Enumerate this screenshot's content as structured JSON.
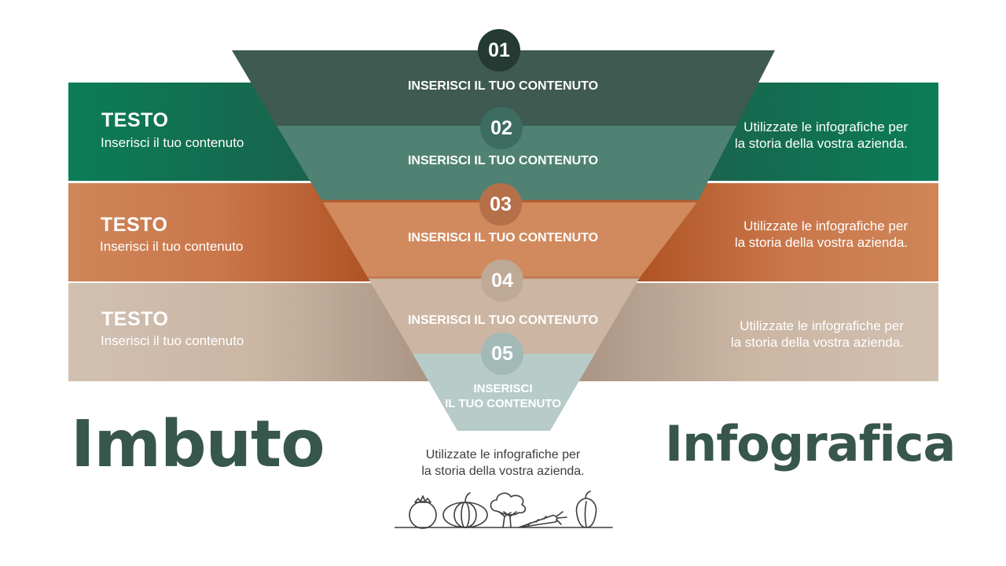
{
  "bands": [
    {
      "title": "TESTO",
      "subtitle": "Inserisci il tuo contenuto",
      "right_text": "Utilizzate le infografiche per\nla storia della vostra azienda."
    },
    {
      "title": "TESTO",
      "subtitle": "Inserisci il tuo contenuto",
      "right_text": "Utilizzate le infografiche per\nla storia della vostra azienda."
    },
    {
      "title": "TESTO",
      "subtitle": "Inserisci il tuo contenuto",
      "right_text": "Utilizzate le infografiche per\nla storia della vostra azienda."
    }
  ],
  "funnel": [
    {
      "number": "01",
      "label": "INSERISCI IL TUO CONTENUTO",
      "color": "#3f5a50",
      "circle_color": "#243a33"
    },
    {
      "number": "02",
      "label": "INSERISCI IL TUO CONTENUTO",
      "color": "#4f8273",
      "circle_color": "#3d6d60"
    },
    {
      "number": "03",
      "label": "INSERISCI IL TUO CONTENUTO",
      "color": "#d18a5e",
      "circle_color": "#b5704a"
    },
    {
      "number": "04",
      "label": "INSERISCI IL TUO CONTENUTO",
      "color": "#ccb6a3",
      "circle_color": "#bfa997"
    },
    {
      "number": "05",
      "label_line1": "INSERISCI",
      "label_line2": "IL TUO CONTENUTO",
      "color": "#b7cbc8",
      "circle_color": "#a3b9b6"
    }
  ],
  "title_left": "Imbuto",
  "title_right": "Infografica",
  "center_text": "Utilizzate le infografiche per\nla storia della vostra azienda.",
  "icons": [
    "tomato-icon",
    "pumpkin-icon",
    "broccoli-icon",
    "carrot-icon",
    "pepper-icon"
  ]
}
